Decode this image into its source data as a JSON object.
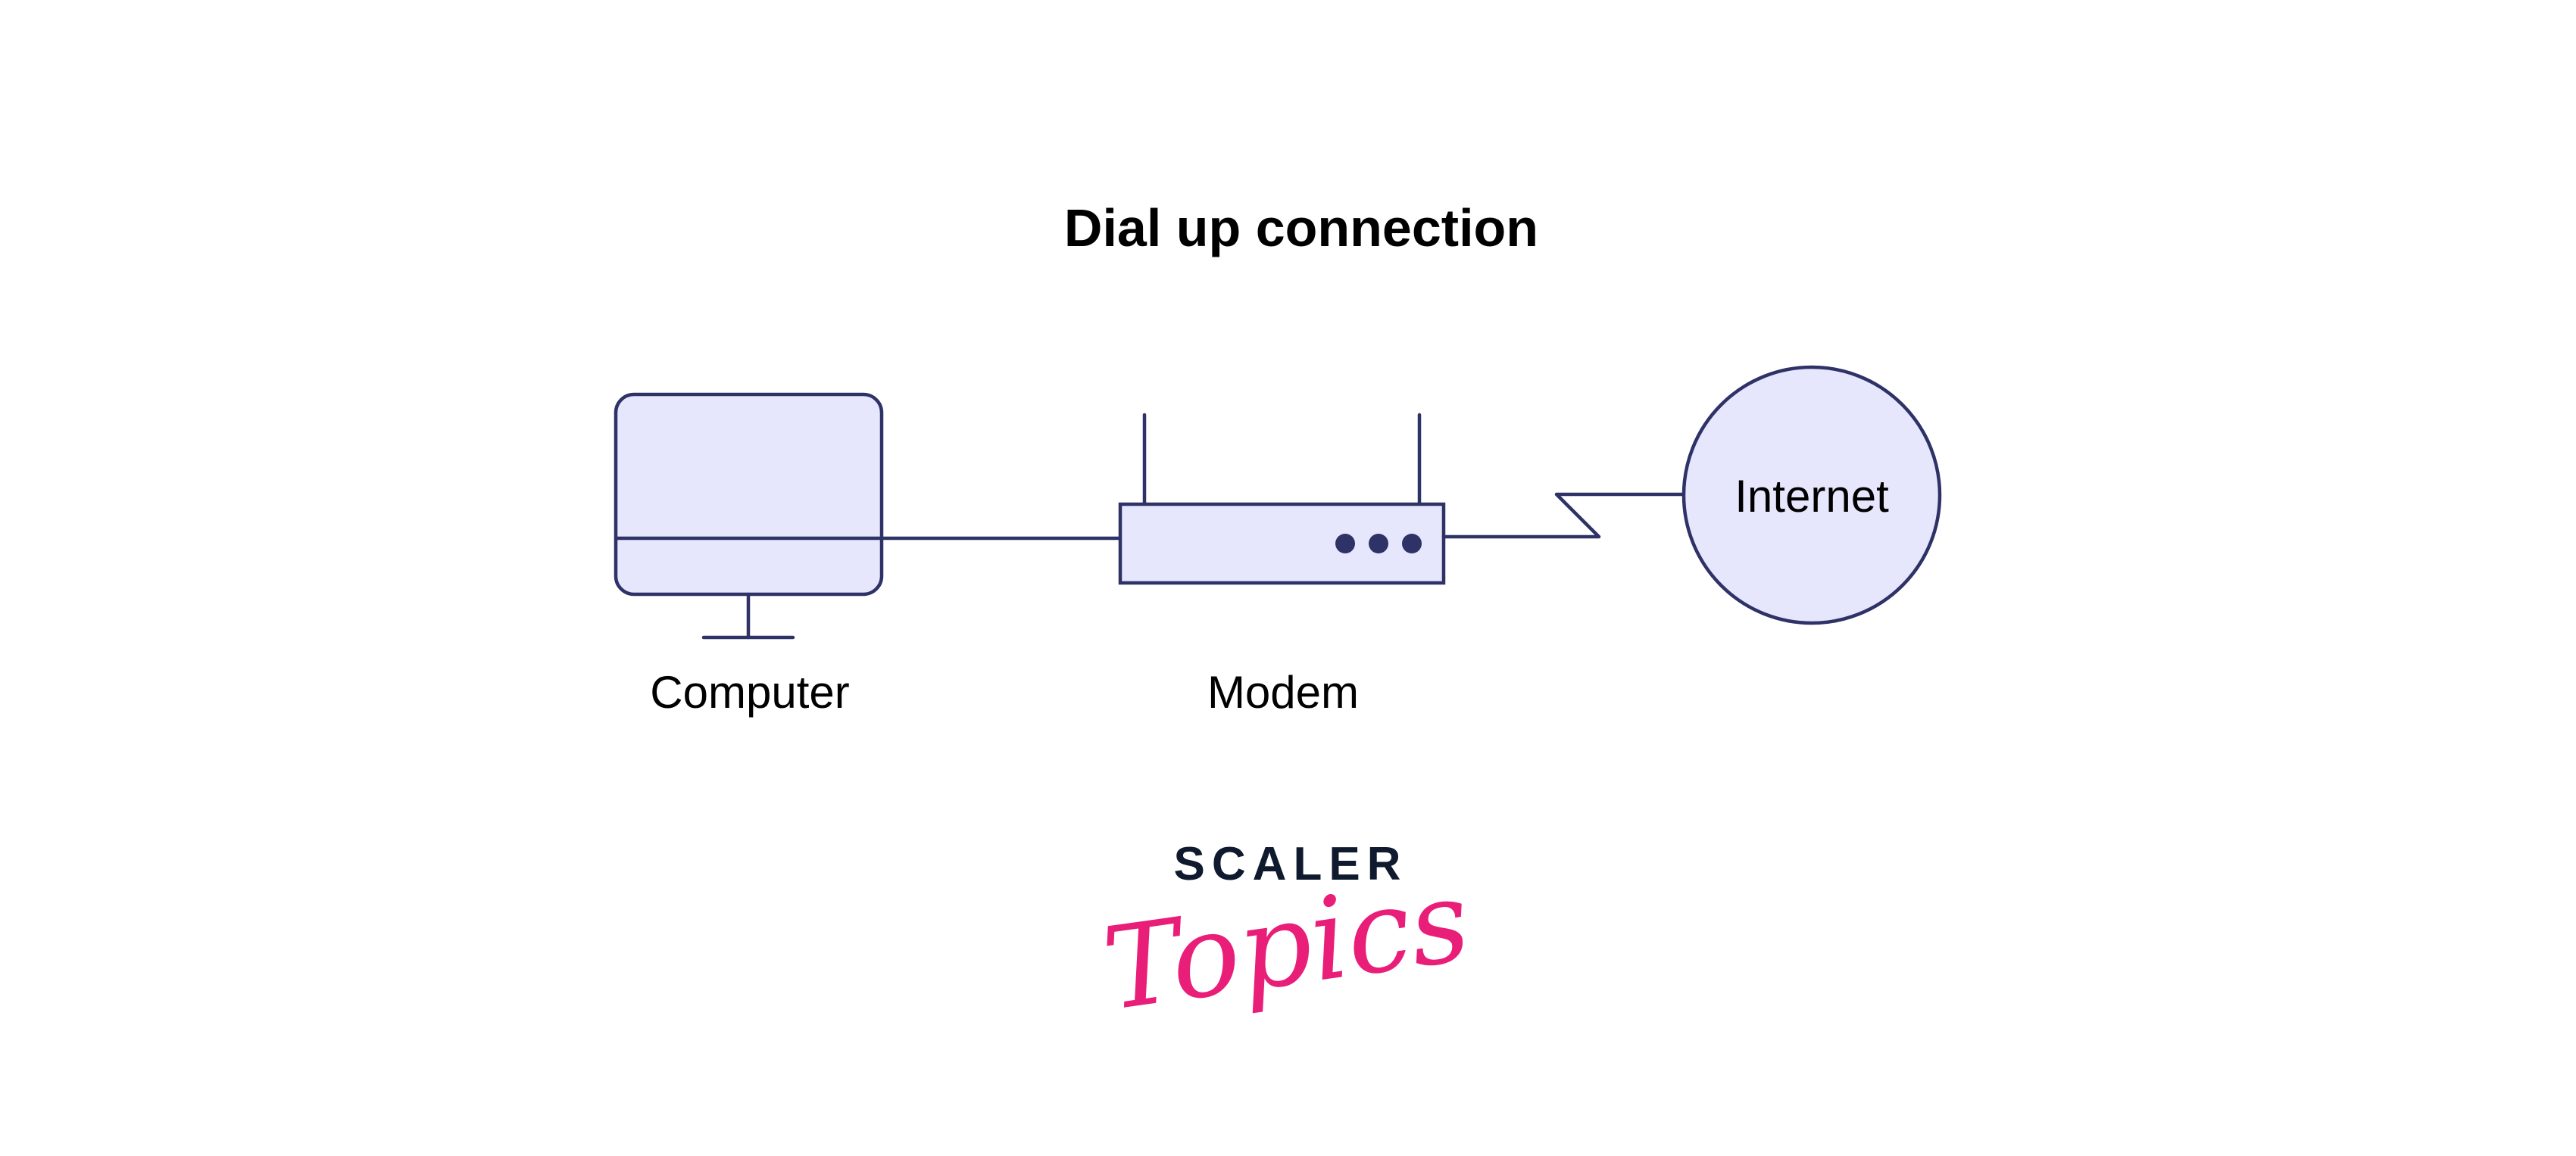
{
  "title": "Dial up connection",
  "nodes": {
    "computer": {
      "label": "Computer",
      "icon": "monitor-icon"
    },
    "modem": {
      "label": "Modem",
      "icon": "modem-icon",
      "indicator_lights": 3
    },
    "internet": {
      "label": "Internet",
      "icon": "cloud-circle-icon"
    }
  },
  "edges": [
    {
      "from": "computer",
      "to": "modem",
      "style": "straight"
    },
    {
      "from": "modem",
      "to": "internet",
      "style": "zigzag"
    }
  ],
  "colors": {
    "stroke": "#2e3266",
    "fill": "#e6e6fc",
    "logo_dark": "#0f1a2e",
    "logo_accent": "#e91e78"
  },
  "logo": {
    "line1": "SCALER",
    "line2": "Topics"
  }
}
